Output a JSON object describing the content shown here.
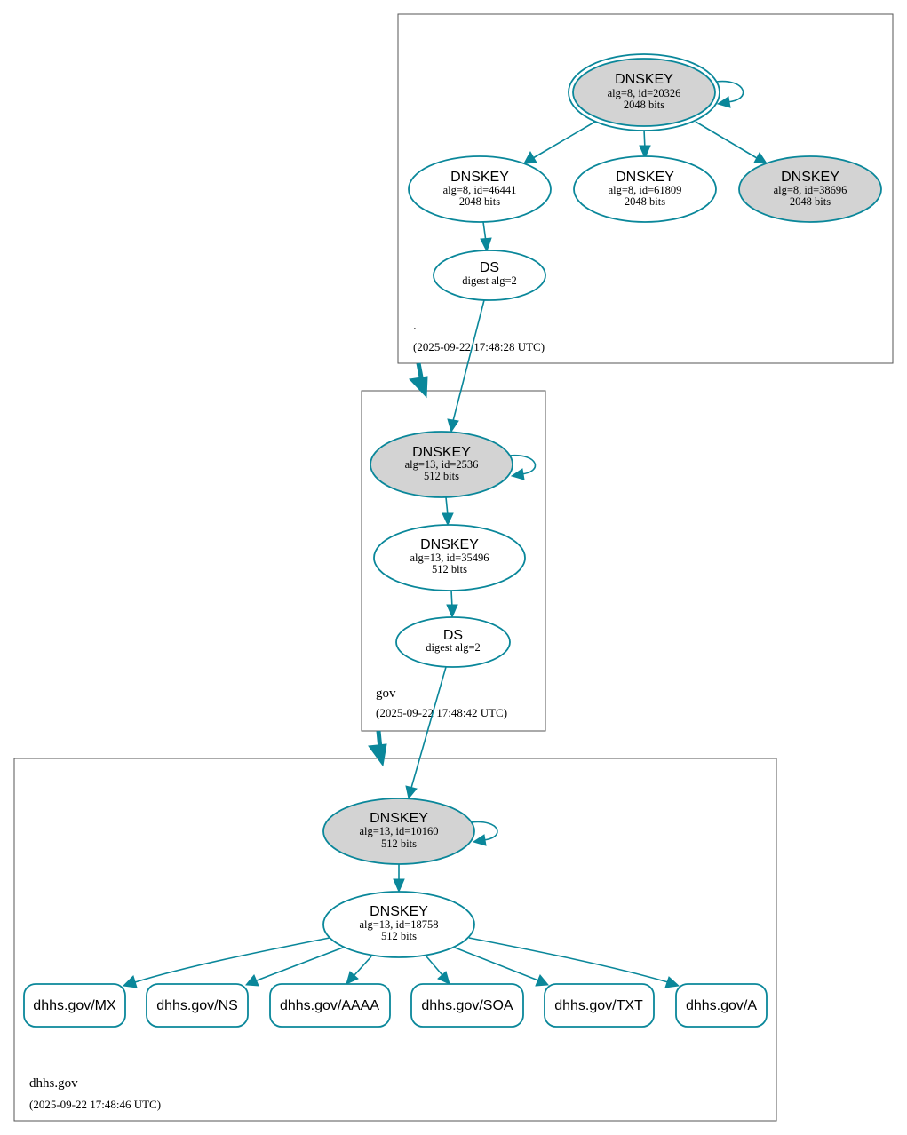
{
  "zones": {
    "root": {
      "name": ".",
      "timestamp": "(2025-09-22 17:48:28 UTC)"
    },
    "gov": {
      "name": "gov",
      "timestamp": "(2025-09-22 17:48:42 UTC)"
    },
    "dhhs": {
      "name": "dhhs.gov",
      "timestamp": "(2025-09-22 17:48:46 UTC)"
    }
  },
  "nodes": {
    "root_ksk": {
      "title": "DNSKEY",
      "line1": "alg=8, id=20326",
      "line2": "2048 bits"
    },
    "root_zsk1": {
      "title": "DNSKEY",
      "line1": "alg=8, id=46441",
      "line2": "2048 bits"
    },
    "root_zsk2": {
      "title": "DNSKEY",
      "line1": "alg=8, id=61809",
      "line2": "2048 bits"
    },
    "root_zsk3": {
      "title": "DNSKEY",
      "line1": "alg=8, id=38696",
      "line2": "2048 bits"
    },
    "root_ds": {
      "title": "DS",
      "line1": "digest alg=2"
    },
    "gov_ksk": {
      "title": "DNSKEY",
      "line1": "alg=13, id=2536",
      "line2": "512 bits"
    },
    "gov_zsk": {
      "title": "DNSKEY",
      "line1": "alg=13, id=35496",
      "line2": "512 bits"
    },
    "gov_ds": {
      "title": "DS",
      "line1": "digest alg=2"
    },
    "dhhs_ksk": {
      "title": "DNSKEY",
      "line1": "alg=13, id=10160",
      "line2": "512 bits"
    },
    "dhhs_zsk": {
      "title": "DNSKEY",
      "line1": "alg=13, id=18758",
      "line2": "512 bits"
    }
  },
  "records": {
    "mx": "dhhs.gov/MX",
    "ns": "dhhs.gov/NS",
    "aaaa": "dhhs.gov/AAAA",
    "soa": "dhhs.gov/SOA",
    "txt": "dhhs.gov/TXT",
    "a": "dhhs.gov/A"
  },
  "colors": {
    "edge": "#0a879a",
    "grey_fill": "#d3d3d3"
  }
}
